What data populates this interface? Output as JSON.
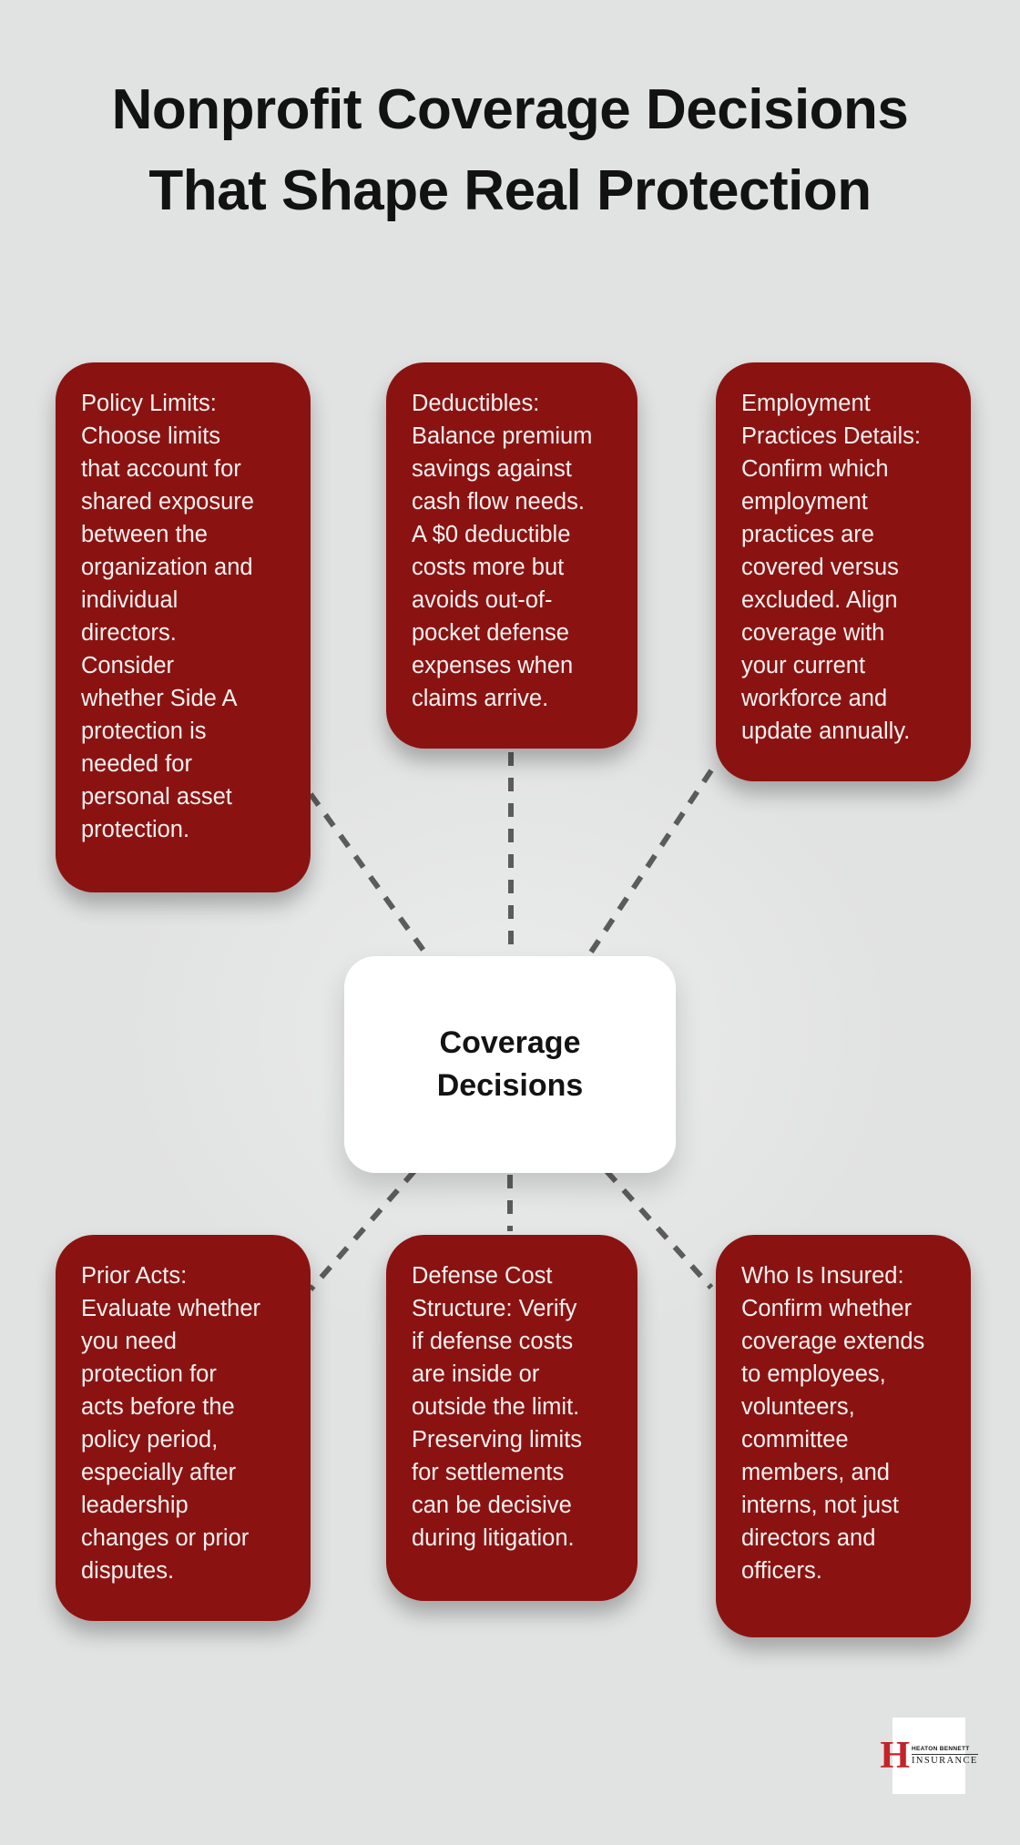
{
  "title": {
    "text": "Nonprofit Coverage Decisions\nThat Shape Real Protection"
  },
  "center": {
    "label": "Coverage\nDecisions"
  },
  "cards": [
    {
      "name": "policy-limits",
      "text": "Policy Limits:\nChoose limits\nthat account for\nshared exposure\nbetween the\norganization and\nindividual\ndirectors.\nConsider\nwhether Side A\nprotection is\nneeded for\npersonal asset\nprotection."
    },
    {
      "name": "deductibles",
      "text": "Deductibles:\nBalance premium\nsavings against\ncash flow needs.\nA $0 deductible\ncosts more but\navoids out-of-\npocket defense\nexpenses when\nclaims arrive."
    },
    {
      "name": "employment-practices-details",
      "text": "Employment\nPractices Details:\nConfirm which\nemployment\npractices are\ncovered versus\nexcluded. Align\ncoverage with\nyour current\nworkforce and\nupdate annually."
    },
    {
      "name": "prior-acts",
      "text": "Prior Acts:\nEvaluate whether\nyou need\nprotection for\nacts before the\npolicy period,\nespecially after\nleadership\nchanges or prior\ndisputes."
    },
    {
      "name": "defense-cost-structure",
      "text": "Defense Cost\nStructure: Verify\nif defense costs\nare inside or\noutside the limit.\nPreserving limits\nfor settlements\ncan be decisive\nduring litigation."
    },
    {
      "name": "who-is-insured",
      "text": "Who Is Insured:\nConfirm whether\ncoverage extends\nto employees,\nvolunteers,\ncommittee\nmembers, and\ninterns, not just\ndirectors and\nofficers."
    }
  ],
  "logo": {
    "monogram": "H",
    "name": "HEATON BENNETT",
    "type": "INSURANCE"
  },
  "colors": {
    "background": "#e1e2e2",
    "card_red": "#8a1311",
    "card_text": "#f6f1f1",
    "title_text": "#121212",
    "connector_gray": "#5b5b5b",
    "center_bg": "#ffffff",
    "logo_red": "#c4232a"
  }
}
